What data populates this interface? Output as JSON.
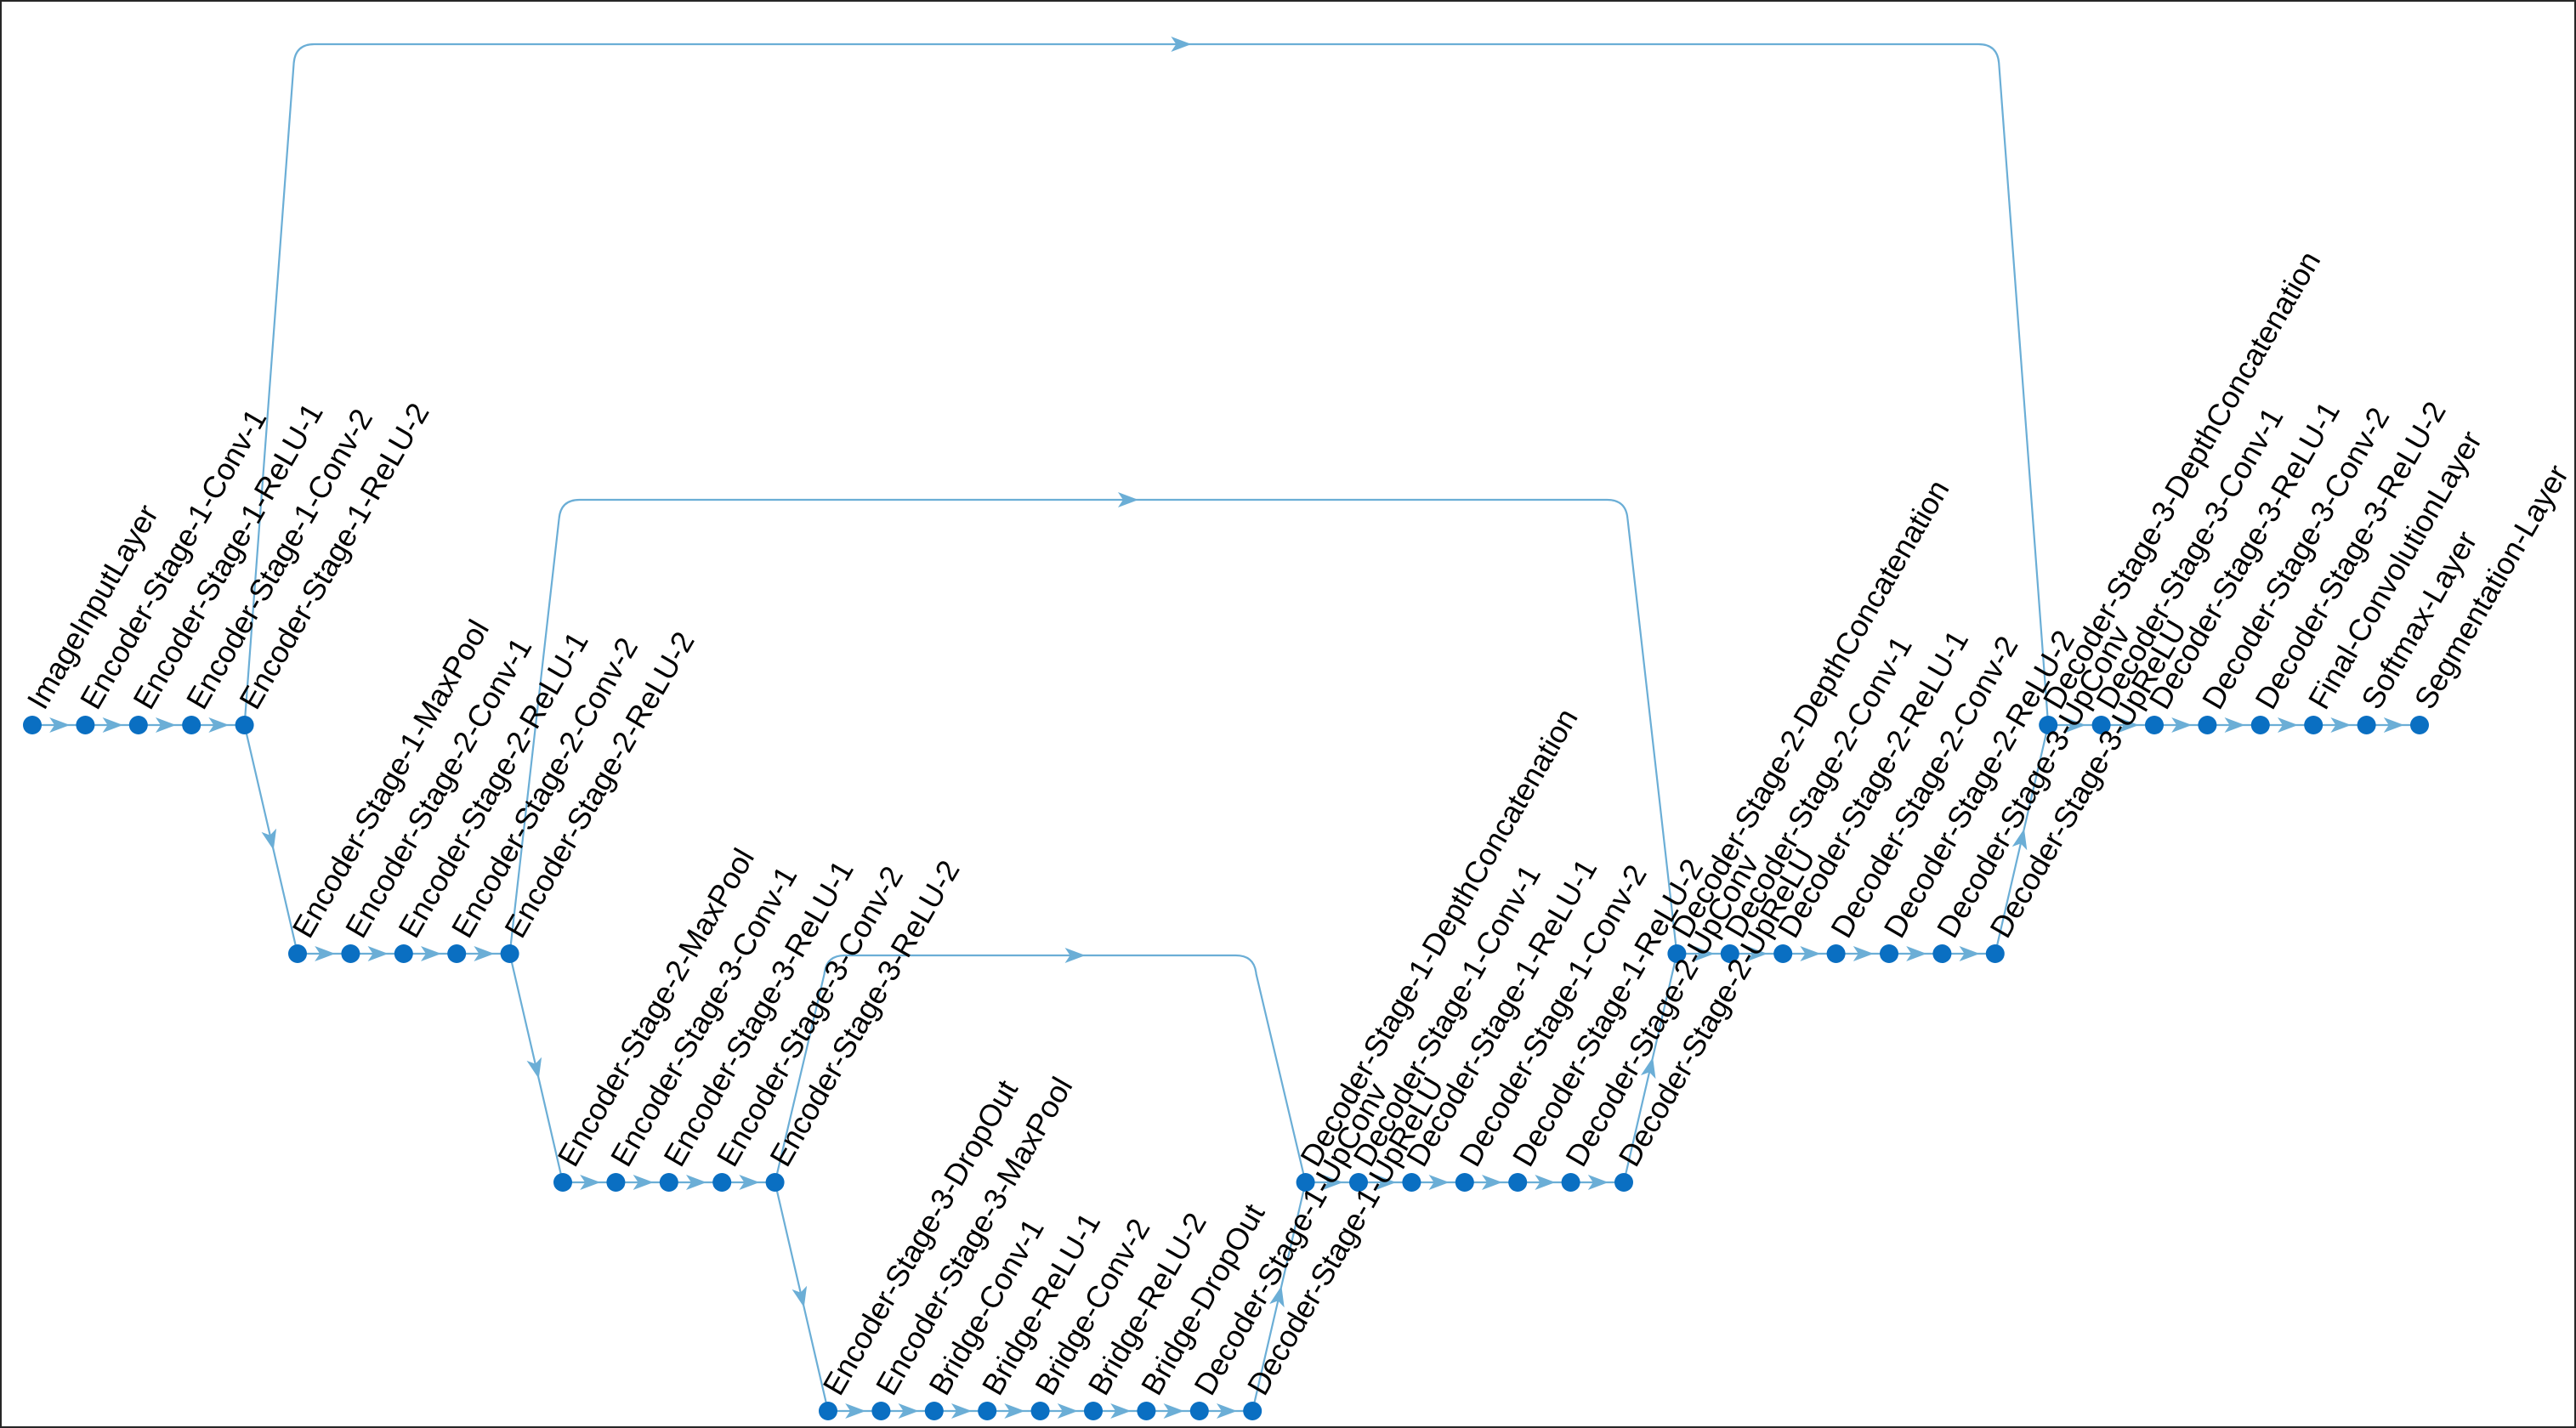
{
  "colors": {
    "node": "#0a6fc2",
    "edge": "#6baed6",
    "label": "#000000",
    "background": "#ffffff"
  },
  "layers": [
    {
      "id": "ImageInputLayer",
      "level": 0
    },
    {
      "id": "Encoder-Stage-1-Conv-1",
      "level": 0
    },
    {
      "id": "Encoder-Stage-1-ReLU-1",
      "level": 0
    },
    {
      "id": "Encoder-Stage-1-Conv-2",
      "level": 0
    },
    {
      "id": "Encoder-Stage-1-ReLU-2",
      "level": 0
    },
    {
      "id": "Encoder-Stage-1-MaxPool",
      "level": 1
    },
    {
      "id": "Encoder-Stage-2-Conv-1",
      "level": 1
    },
    {
      "id": "Encoder-Stage-2-ReLU-1",
      "level": 1
    },
    {
      "id": "Encoder-Stage-2-Conv-2",
      "level": 1
    },
    {
      "id": "Encoder-Stage-2-ReLU-2",
      "level": 1
    },
    {
      "id": "Encoder-Stage-2-MaxPool",
      "level": 2
    },
    {
      "id": "Encoder-Stage-3-Conv-1",
      "level": 2
    },
    {
      "id": "Encoder-Stage-3-ReLU-1",
      "level": 2
    },
    {
      "id": "Encoder-Stage-3-Conv-2",
      "level": 2
    },
    {
      "id": "Encoder-Stage-3-ReLU-2",
      "level": 2
    },
    {
      "id": "Encoder-Stage-3-DropOut",
      "level": 3
    },
    {
      "id": "Encoder-Stage-3-MaxPool",
      "level": 3
    },
    {
      "id": "Bridge-Conv-1",
      "level": 3
    },
    {
      "id": "Bridge-ReLU-1",
      "level": 3
    },
    {
      "id": "Bridge-Conv-2",
      "level": 3
    },
    {
      "id": "Bridge-ReLU-2",
      "level": 3
    },
    {
      "id": "Bridge-DropOut",
      "level": 3
    },
    {
      "id": "Decoder-Stage-1-UpConv",
      "level": 3
    },
    {
      "id": "Decoder-Stage-1-UpReLU",
      "level": 3
    },
    {
      "id": "Decoder-Stage-1-DepthConcatenation",
      "level": 2
    },
    {
      "id": "Decoder-Stage-1-Conv-1",
      "level": 2
    },
    {
      "id": "Decoder-Stage-1-ReLU-1",
      "level": 2
    },
    {
      "id": "Decoder-Stage-1-Conv-2",
      "level": 2
    },
    {
      "id": "Decoder-Stage-1-ReLU-2",
      "level": 2
    },
    {
      "id": "Decoder-Stage-2-UpConv",
      "level": 2
    },
    {
      "id": "Decoder-Stage-2-UpReLU",
      "level": 2
    },
    {
      "id": "Decoder-Stage-2-DepthConcatenation",
      "level": 1
    },
    {
      "id": "Decoder-Stage-2-Conv-1",
      "level": 1
    },
    {
      "id": "Decoder-Stage-2-ReLU-1",
      "level": 1
    },
    {
      "id": "Decoder-Stage-2-Conv-2",
      "level": 1
    },
    {
      "id": "Decoder-Stage-2-ReLU-2",
      "level": 1
    },
    {
      "id": "Decoder-Stage-3-UpConv",
      "level": 1
    },
    {
      "id": "Decoder-Stage-3-UpReLU",
      "level": 1
    },
    {
      "id": "Decoder-Stage-3-DepthConcatenation",
      "level": 0
    },
    {
      "id": "Decoder-Stage-3-Conv-1",
      "level": 0
    },
    {
      "id": "Decoder-Stage-3-ReLU-1",
      "level": 0
    },
    {
      "id": "Decoder-Stage-3-Conv-2",
      "level": 0
    },
    {
      "id": "Decoder-Stage-3-ReLU-2",
      "level": 0
    },
    {
      "id": "Final-ConvolutionLayer",
      "level": 0
    },
    {
      "id": "Softmax-Layer",
      "level": 0
    },
    {
      "id": "Segmentation-Layer",
      "level": 0
    }
  ],
  "skip_connections": [
    {
      "from": "Encoder-Stage-1-ReLU-2",
      "to": "Decoder-Stage-3-DepthConcatenation"
    },
    {
      "from": "Encoder-Stage-2-ReLU-2",
      "to": "Decoder-Stage-2-DepthConcatenation"
    },
    {
      "from": "Encoder-Stage-3-ReLU-2",
      "to": "Decoder-Stage-1-DepthConcatenation"
    }
  ]
}
